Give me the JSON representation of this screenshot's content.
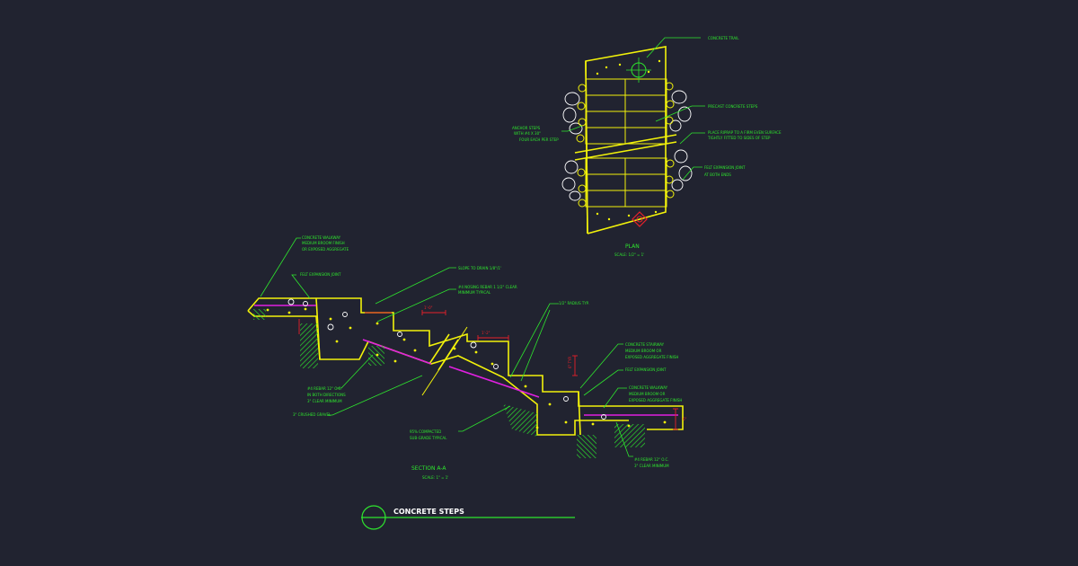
{
  "drawing": {
    "title": "CONCRETE STEPS",
    "colors": {
      "background": "#212330",
      "geometry": "#f2f20a",
      "annotation": "#2ee62e",
      "dimension": "#e8202a",
      "rebar": "#e020e0",
      "stone": "#ffffff"
    }
  },
  "plan": {
    "title": "PLAN",
    "scale": "SCALE: 1/2\" = 1'",
    "callouts": [
      "CONCRETE TRAIL",
      "PRECAST CONCRETE STEPS",
      "PLACE RIPRAP TO A FIRM EVEN SURFACE",
      "TIGHTLY FITTED TO SIDES OF STEP",
      "FELT EXPANSION JOINT",
      "AT BOTH ENDS"
    ],
    "callouts_left": [
      "ANCHOR STEPS",
      "WITH #4 X 30\"",
      "FOUR EACH PER STEP"
    ]
  },
  "section": {
    "title": "SECTION A-A",
    "scale": "SCALE: 1\" = 1'",
    "callouts_top": [
      "CONCRETE WALKWAY",
      "MEDIUM BROOM FINISH",
      "OR EXPOSED AGGREGATE",
      "FELT EXPANSION JOINT",
      "SLOPE TO DRAIN 1/8\"/1'",
      "#4 NOSING REBAR 1 1/2\" CLEAR",
      "MINIMUM TYPICAL",
      "1/2\" RADIUS TYP."
    ],
    "callouts_right": [
      "CONCRETE STAIRWAY",
      "MEDIUM BROOM OR",
      "EXPOSED AGGREGATE FINISH",
      "FELT EXPANSION JOINT",
      "CONCRETE WALKWAY",
      "MEDIUM BROOM OR",
      "EXPOSED AGGREGATE FINISH",
      "#4 REBAR 12\" O.C.",
      "3\" CLEAR MINIMUM"
    ],
    "callouts_bottom": [
      "#4 REBAR 12\" O.C.",
      "IN BOTH DIRECTIONS",
      "3\" CLEAR MINIMUM",
      "3\" CRUSHED GRAVEL",
      "95% COMPACTED",
      "SUB-GRADE TYPICAL"
    ],
    "dimensions": [
      "1'-0\"",
      "1'-2\"",
      "6\" TYP.",
      "6\""
    ]
  }
}
